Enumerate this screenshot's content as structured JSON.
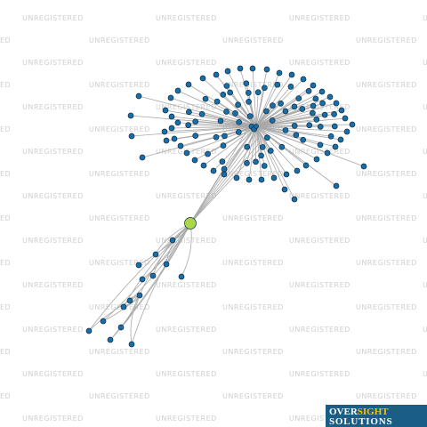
{
  "watermark": {
    "text": "UNREGISTERED",
    "partials": [
      "ED",
      "U"
    ]
  },
  "logo": {
    "line1_part1": "OVER",
    "line1_part2": "SIGHT",
    "line2": "SOLUTIONS",
    "colors": {
      "background": "#1a5e86",
      "accent": "#f5c400",
      "text": "#ffffff"
    }
  },
  "graph": {
    "node_color": "#1a6ea8",
    "focus_node_color": "#a8d848",
    "edge_color": "#a8a8a8",
    "cluster_node_count": 118,
    "branch_node_count": 15
  }
}
